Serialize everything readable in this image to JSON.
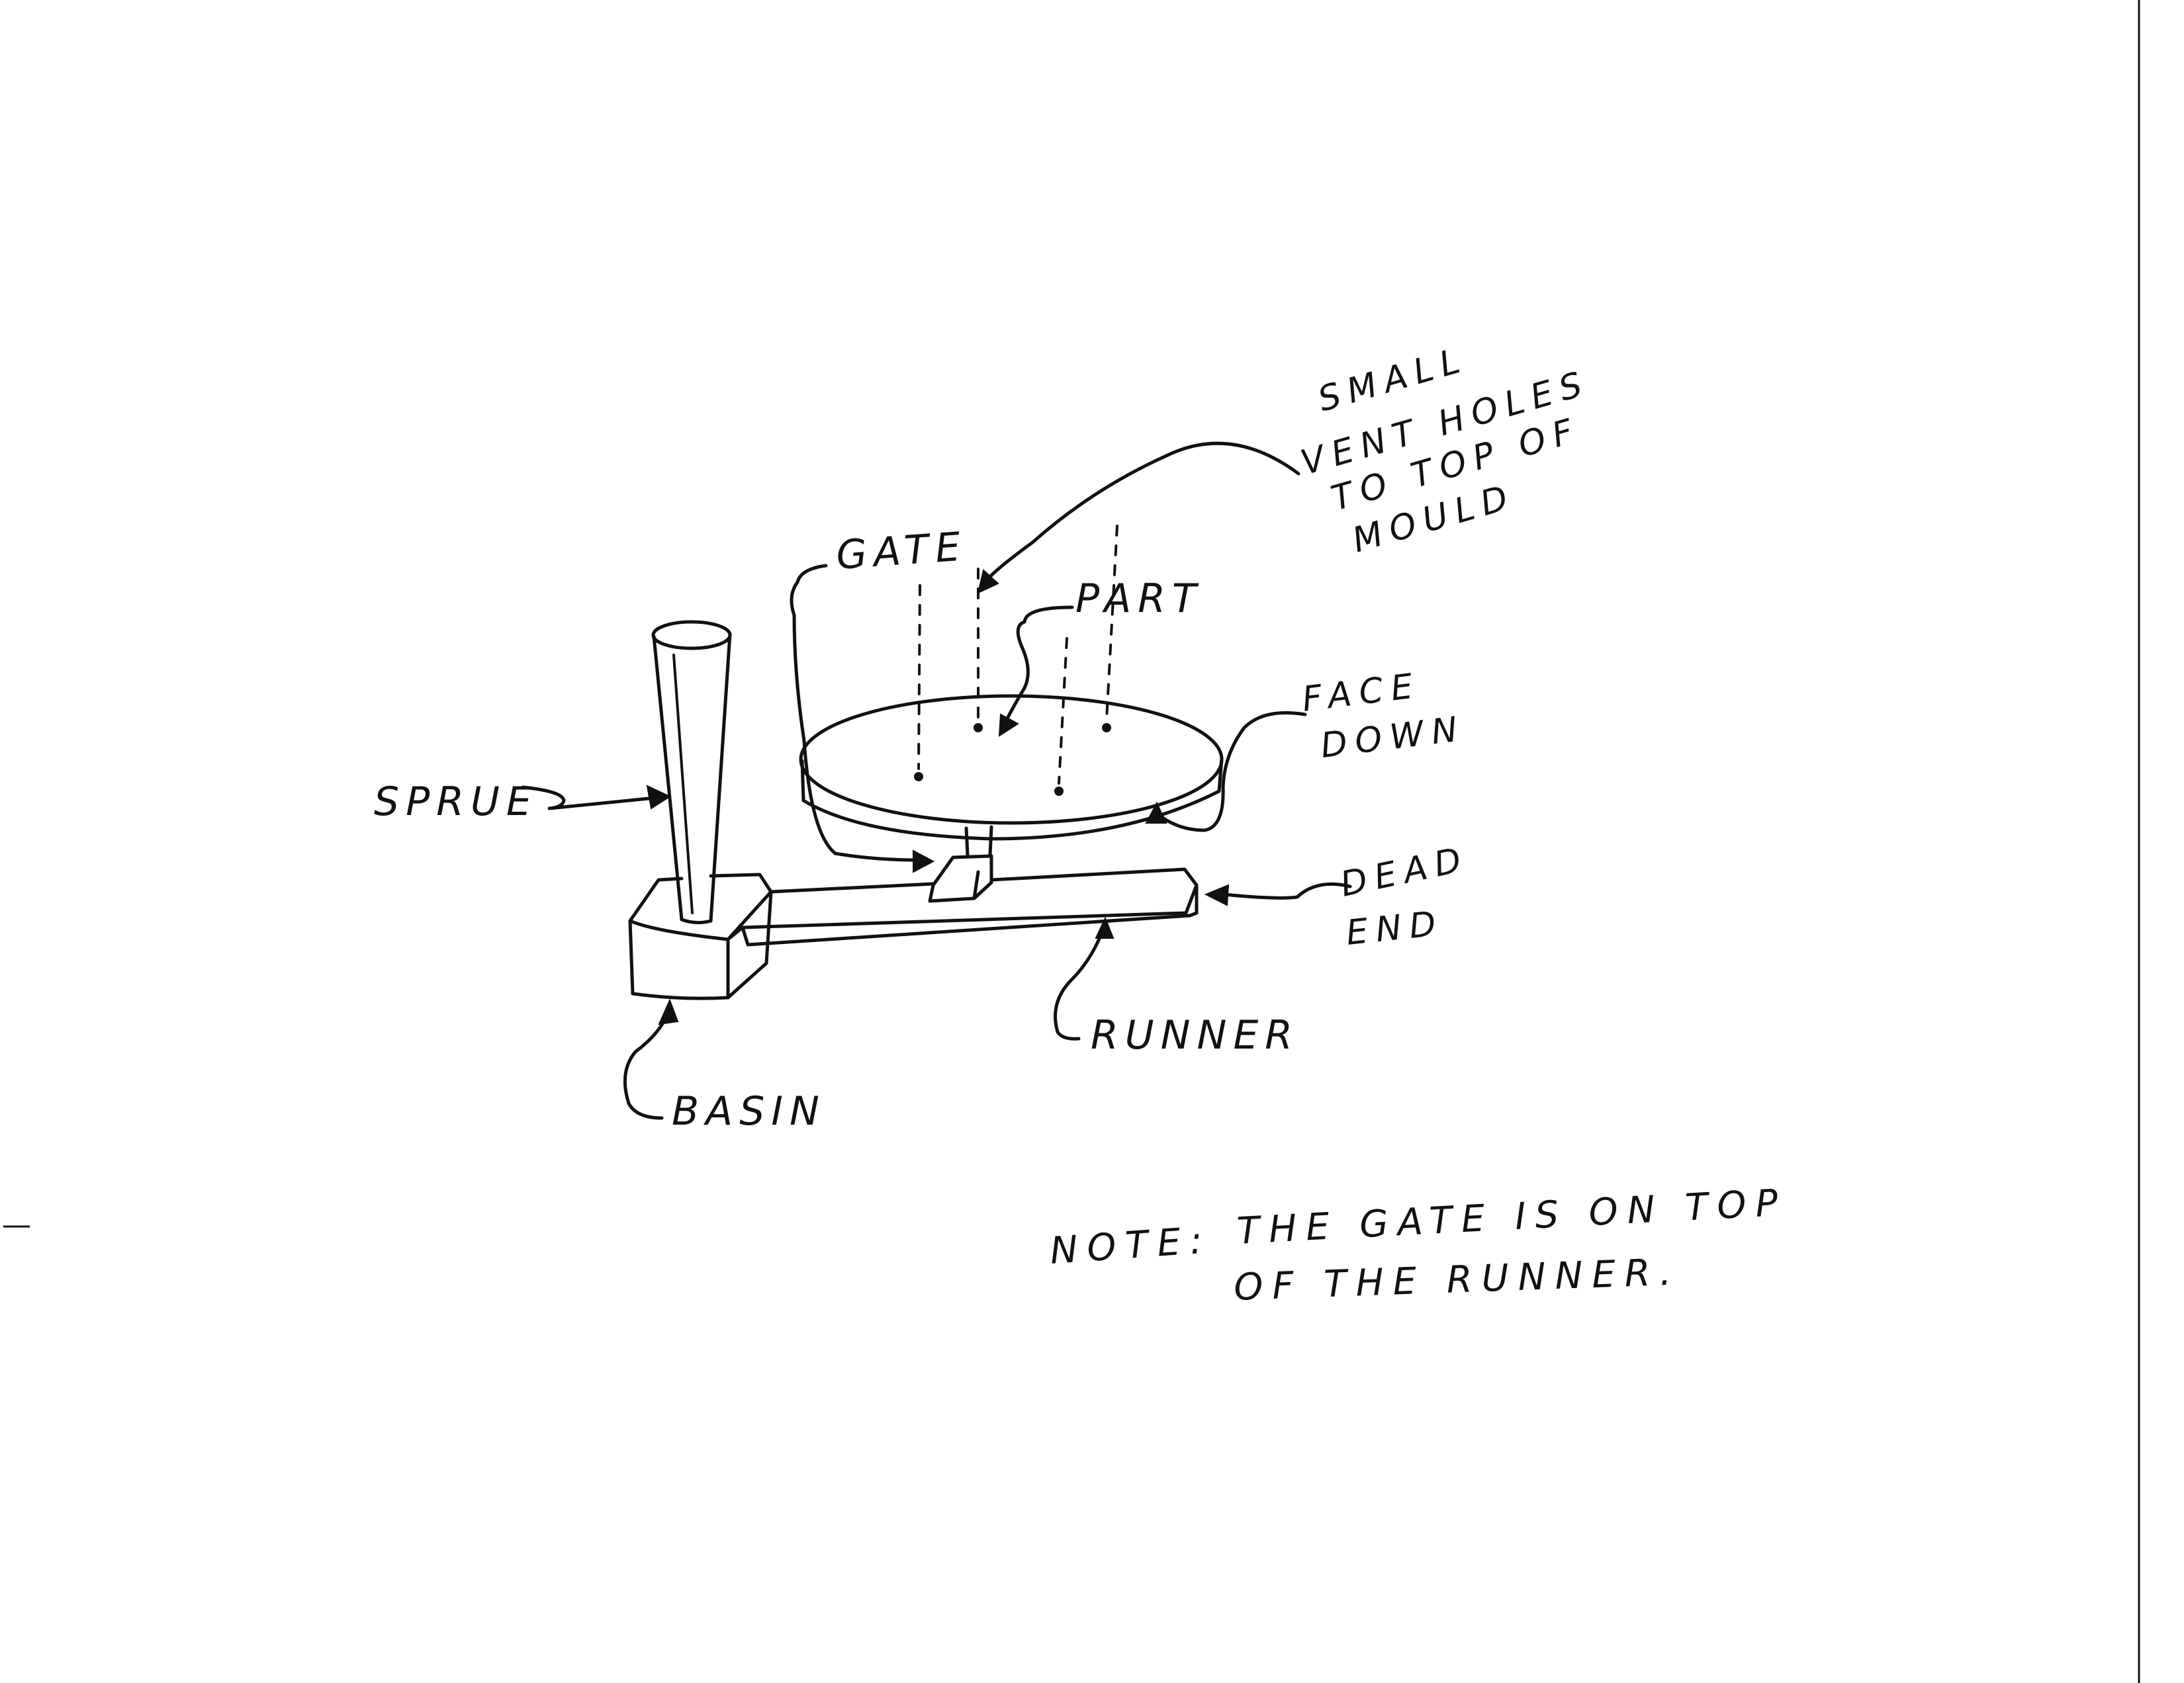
{
  "labels": {
    "sprue": "SPRUE",
    "basin": "BASIN",
    "runner": "RUNNER",
    "gate": "GATE",
    "part": "PART",
    "face_down_1": "FACE",
    "face_down_2": "DOWN",
    "dead_end_1": "DEAD",
    "dead_end_2": "END",
    "vent_1": "SMALL",
    "vent_2": "VENT HOLES",
    "vent_3": "TO TOP OF",
    "vent_4": "MOULD"
  },
  "note": {
    "line1_prefix": "NOTE:",
    "line1": "THE GATE IS ON TOP",
    "line2": "OF THE RUNNER."
  }
}
